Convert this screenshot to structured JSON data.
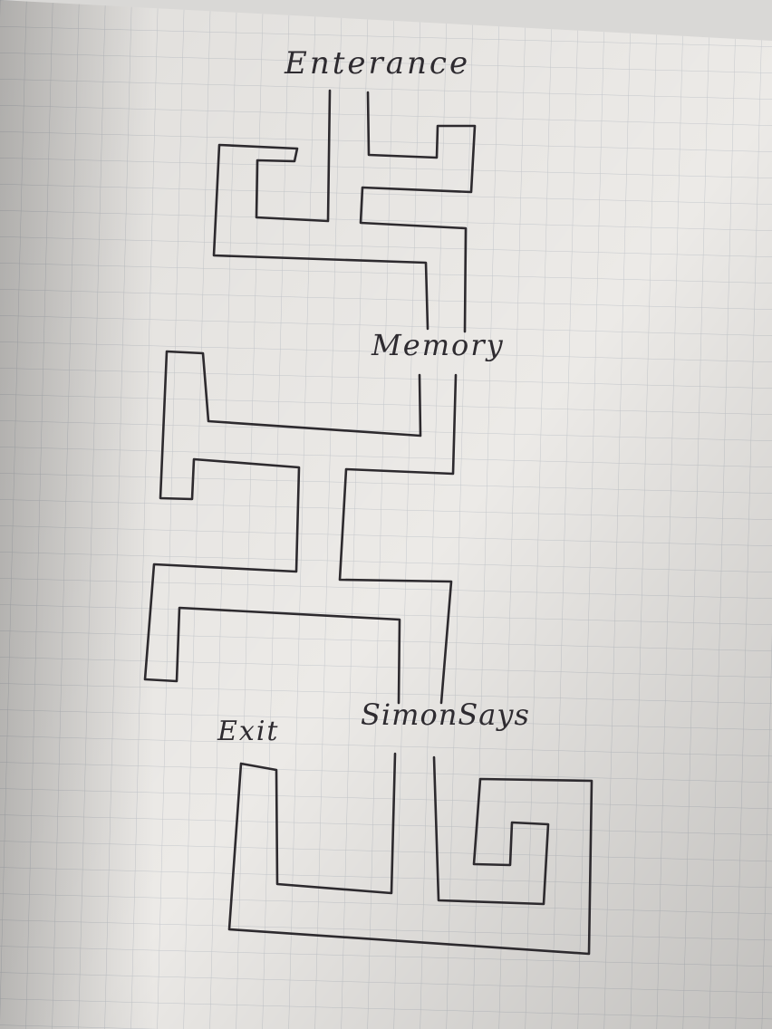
{
  "labels": {
    "entrance": "Enterance",
    "memory": "Memory",
    "simon_says": "SimonSays",
    "exit": "Exit"
  },
  "colors": {
    "paper": "#eceae7",
    "grid": "#c5c8cc",
    "ink": "#2d2a2e"
  }
}
